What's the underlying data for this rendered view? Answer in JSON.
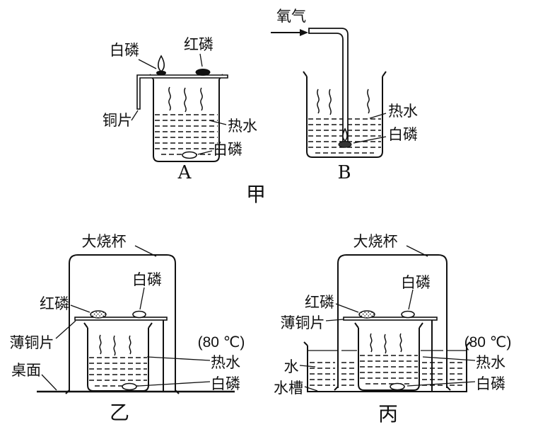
{
  "diagram": {
    "group_top_label": "甲",
    "setup_a": {
      "name": "A",
      "labels": {
        "white_phosphorus_top": "白磷",
        "red_phosphorus_top": "红磷",
        "copper_sheet": "铜片",
        "hot_water": "热水",
        "white_phosphorus_bottom": "白磷"
      }
    },
    "setup_b": {
      "name": "B",
      "labels": {
        "oxygen": "氧气",
        "hot_water": "热水",
        "white_phosphorus": "白磷"
      }
    },
    "setup_yi": {
      "name": "乙",
      "labels": {
        "big_beaker": "大烧杯",
        "white_phosphorus_top": "白磷",
        "red_phosphorus": "红磷",
        "thin_copper_sheet": "薄铜片",
        "table_top": "桌面",
        "temperature": "(80 ℃)",
        "hot_water": "热水",
        "white_phosphorus_bottom": "白磷"
      }
    },
    "setup_bing": {
      "name": "丙",
      "labels": {
        "big_beaker": "大烧杯",
        "white_phosphorus_top": "白磷",
        "red_phosphorus": "红磷",
        "thin_copper_sheet": "薄铜片",
        "water": "水",
        "water_trough": "水槽",
        "temperature": "(80 ℃)",
        "hot_water": "热水",
        "white_phosphorus_bottom": "白磷"
      }
    }
  }
}
